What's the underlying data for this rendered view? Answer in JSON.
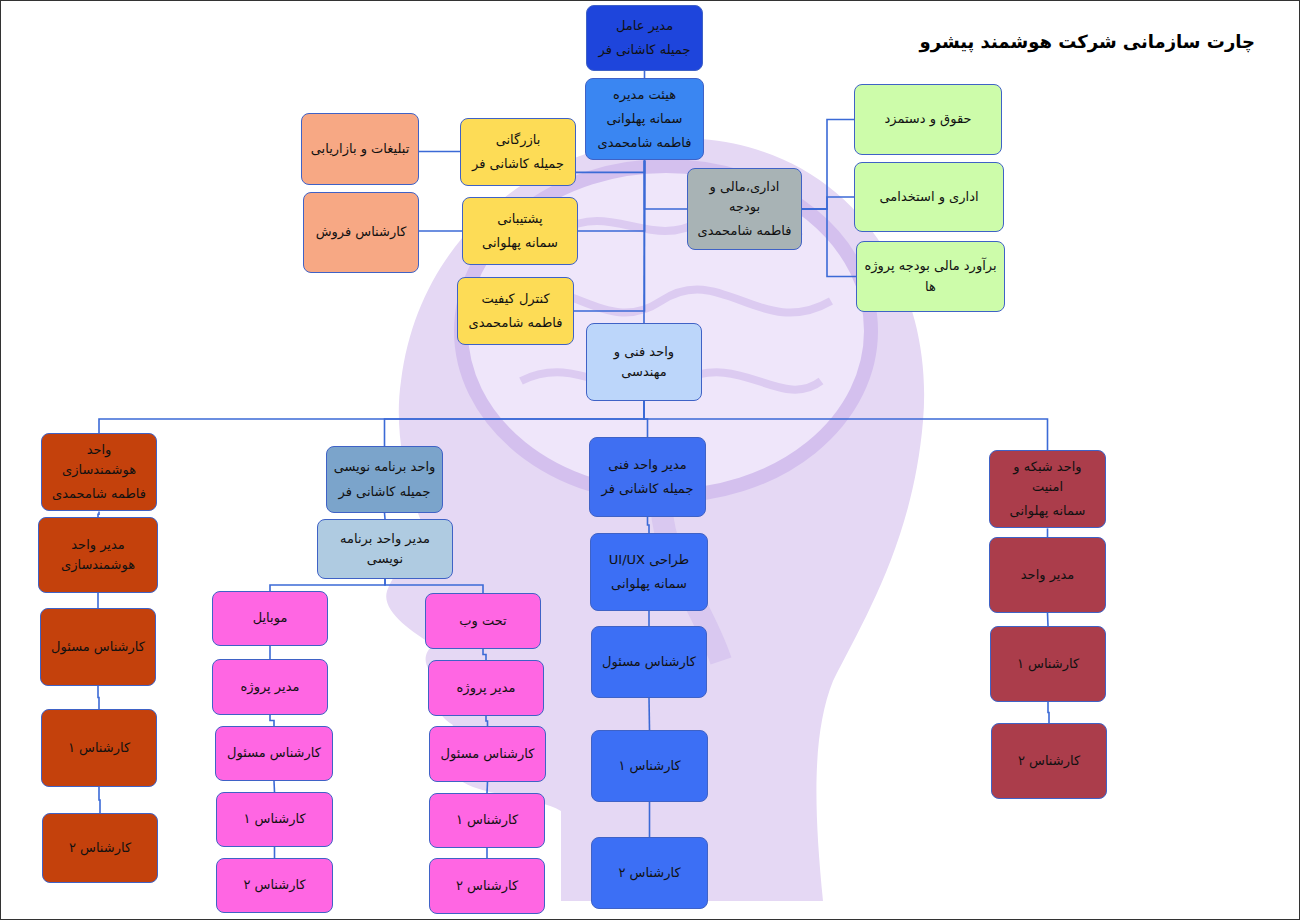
{
  "diagram": {
    "title": "چارت سازمانی شرکت هوشمند پیشرو",
    "nodes": [
      {
        "text": [
          "مدیر عامل",
          "جمیله کاشانی فر"
        ]
      },
      {
        "text": [
          "هیئت مدیره",
          "سمانه پهلوانی",
          "فاطمه شامحمدی"
        ]
      },
      {
        "text": [
          "بازرگانی",
          "جمیله کاشانی فر"
        ]
      },
      {
        "text": [
          "تبلیغات و بازاریابی"
        ]
      },
      {
        "text": [
          "پشتیبانی",
          "سمانه پهلوانی"
        ]
      },
      {
        "text": [
          "کارشناس فروش"
        ]
      },
      {
        "text": [
          "کنترل کیفیت",
          "فاطمه شامحمدی"
        ]
      },
      {
        "text": [
          "اداری،مالی و بودجه",
          "فاطمه شامحمدی"
        ]
      },
      {
        "text": [
          "حقوق و دستمزد"
        ]
      },
      {
        "text": [
          "اداری و استخدامی"
        ]
      },
      {
        "text": [
          "برآورد مالی بودجه پروژه ها"
        ]
      },
      {
        "text": [
          "واحد فنی و مهندسی"
        ]
      },
      {
        "text": [
          "واحد هوشمندسازی",
          "فاطمه شامحمدی"
        ]
      },
      {
        "text": [
          "مدیر واحد هوشمندسازی"
        ]
      },
      {
        "text": [
          "کارشناس مسئول"
        ]
      },
      {
        "text": [
          "کارشناس ۱"
        ]
      },
      {
        "text": [
          "کارشناس ۲"
        ]
      },
      {
        "text": [
          "واحد برنامه نویسی",
          "جمیله کاشانی فر"
        ]
      },
      {
        "text": [
          "مدیر واحد برنامه نویسی"
        ]
      },
      {
        "text": [
          "موبایل"
        ]
      },
      {
        "text": [
          "مدیر پروژه"
        ]
      },
      {
        "text": [
          "کارشناس مسئول"
        ]
      },
      {
        "text": [
          "کارشناس ۱"
        ]
      },
      {
        "text": [
          "کارشناس ۲"
        ]
      },
      {
        "text": [
          "تحت وب"
        ]
      },
      {
        "text": [
          "مدیر پروژه"
        ]
      },
      {
        "text": [
          "کارشناس مسئول"
        ]
      },
      {
        "text": [
          "کارشناس ۱"
        ]
      },
      {
        "text": [
          "کارشناس ۲"
        ]
      },
      {
        "text": [
          "مدیر واحد فنی",
          "جمیله کاشانی فر"
        ]
      },
      {
        "text": [
          "طراحی UI/UX",
          "سمانه پهلوانی"
        ]
      },
      {
        "text": [
          "کارشناس مسئول"
        ]
      },
      {
        "text": [
          "کارشناس ۱"
        ]
      },
      {
        "text": [
          "کارشناس ۲"
        ]
      },
      {
        "text": [
          "واحد شبکه و امنیت",
          "سمانه پهلوانی"
        ]
      },
      {
        "text": [
          "مدیر واحد"
        ]
      },
      {
        "text": [
          "کارشناس ۱"
        ]
      },
      {
        "text": [
          "کارشناس ۲"
        ]
      }
    ],
    "edges": [
      {
        "from": 0,
        "to": 1,
        "arrow": "none"
      },
      {
        "from": 1,
        "to": 2,
        "arrow": "none"
      },
      {
        "from": 2,
        "to": 3,
        "arrow": "none"
      },
      {
        "from": 1,
        "to": 4,
        "arrow": "none"
      },
      {
        "from": 4,
        "to": 5,
        "arrow": "none"
      },
      {
        "from": 1,
        "to": 7,
        "arrow": "none"
      },
      {
        "from": 7,
        "to": 8,
        "arrow": "none"
      },
      {
        "from": 7,
        "to": 9,
        "arrow": "none"
      },
      {
        "from": 7,
        "to": 10,
        "arrow": "none"
      },
      {
        "from": 1,
        "to": 6,
        "arrow": "none"
      },
      {
        "from": 1,
        "to": 11,
        "arrow": "none"
      },
      {
        "from": 11,
        "to": 12,
        "arrow": "none"
      },
      {
        "from": 12,
        "to": 13,
        "arrow": "none"
      },
      {
        "from": 13,
        "to": 14,
        "arrow": "none"
      },
      {
        "from": 14,
        "to": 15,
        "arrow": "none"
      },
      {
        "from": 15,
        "to": 16,
        "arrow": "none"
      },
      {
        "from": 11,
        "to": 17,
        "arrow": "none"
      },
      {
        "from": 17,
        "to": 18,
        "arrow": "none"
      },
      {
        "from": 18,
        "to": 19,
        "arrow": "none"
      },
      {
        "from": 19,
        "to": 20,
        "arrow": "none"
      },
      {
        "from": 20,
        "to": 21,
        "arrow": "none"
      },
      {
        "from": 21,
        "to": 22,
        "arrow": "none"
      },
      {
        "from": 22,
        "to": 23,
        "arrow": "none"
      },
      {
        "from": 18,
        "to": 24,
        "arrow": "none"
      },
      {
        "from": 24,
        "to": 25,
        "arrow": "none"
      },
      {
        "from": 25,
        "to": 26,
        "arrow": "none"
      },
      {
        "from": 26,
        "to": 27,
        "arrow": "none"
      },
      {
        "from": 27,
        "to": 28,
        "arrow": "none"
      },
      {
        "from": 11,
        "to": 29,
        "arrow": "none"
      },
      {
        "from": 29,
        "to": 30,
        "arrow": "none"
      },
      {
        "from": 30,
        "to": 31,
        "arrow": "none"
      },
      {
        "from": 31,
        "to": 32,
        "arrow": "none"
      },
      {
        "from": 32,
        "to": 33,
        "arrow": "none"
      },
      {
        "from": 11,
        "to": 34,
        "arrow": "none"
      },
      {
        "from": 34,
        "to": 35,
        "arrow": "none"
      },
      {
        "from": 35,
        "to": 36,
        "arrow": "none"
      },
      {
        "from": 36,
        "to": 37,
        "arrow": "none"
      }
    ]
  }
}
